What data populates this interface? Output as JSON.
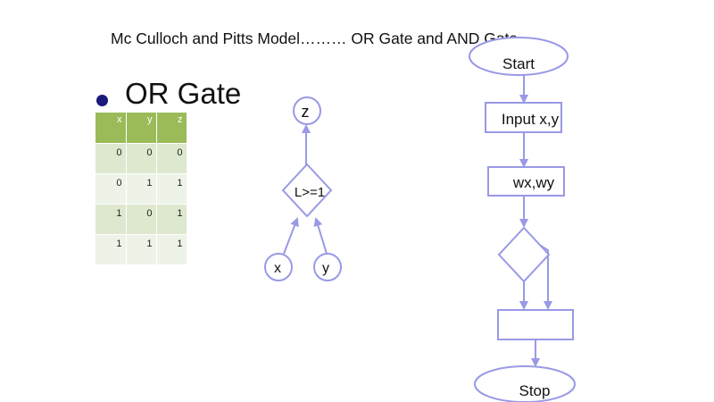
{
  "title": "Mc Culloch and Pitts Model……… OR Gate and AND Gate",
  "bullet": "OR Gate",
  "truth_table": {
    "headers": [
      "x",
      "y",
      "z"
    ],
    "rows": [
      [
        "0",
        "0",
        "0"
      ],
      [
        "0",
        "1",
        "1"
      ],
      [
        "1",
        "0",
        "1"
      ],
      [
        "1",
        "1",
        "1"
      ]
    ]
  },
  "neuron": {
    "output": "z",
    "threshold": "L>=1",
    "input_x": "x",
    "input_y": "y"
  },
  "flowchart": {
    "start": "Start",
    "input": "Input x,y",
    "weights": "wx,wy",
    "process": "",
    "stop": "Stop"
  },
  "colors": {
    "shape_stroke": "#9999e6",
    "arrow": "#9999e6",
    "table_header": "#9bbb59",
    "table_row_dark": "#dde8cf",
    "table_row_light": "#eef3e8",
    "bullet": "#1a1a7a"
  }
}
